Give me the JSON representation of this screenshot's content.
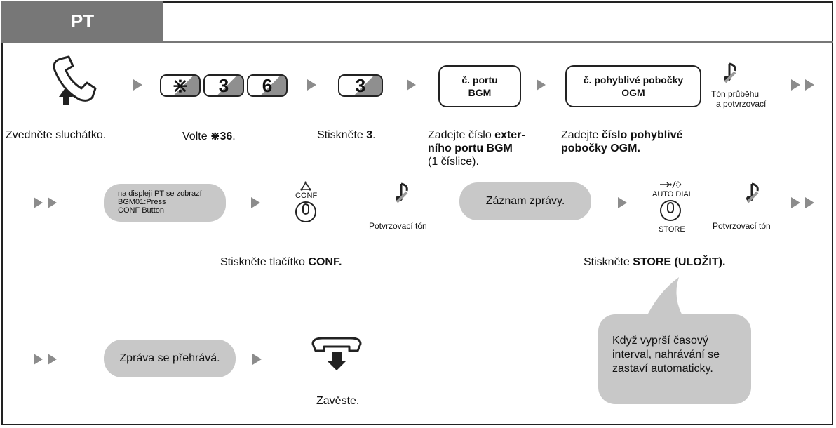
{
  "header": {
    "title": "PT"
  },
  "row1": {
    "keys": {
      "star": "⋇",
      "three": "3",
      "six": "6",
      "single": "3"
    },
    "box_bgm": {
      "line1": "č. portu",
      "line2": "BGM"
    },
    "box_ogm": {
      "line1": "č. pohyblivé pobočky",
      "line2": "OGM"
    },
    "tone_label_1": "Tón průběhu",
    "tone_label_2": "a potvrzovací",
    "cap_lift": "Zvedněte sluchátko.",
    "cap_dial_prefix": "Volte ",
    "cap_dial_bold": "⋇36",
    "cap_dial_suffix": ".",
    "cap_press_prefix": "Stiskněte ",
    "cap_press_bold": "3",
    "cap_press_suffix": ".",
    "cap_bgm_1_normal": "Zadejte číslo ",
    "cap_bgm_1_bold": "exter-",
    "cap_bgm_2_bold": "ního portu BGM",
    "cap_bgm_3": "(1 číslice).",
    "cap_ogm_1_normal": "Zadejte ",
    "cap_ogm_1_bold": "číslo pohyblivé",
    "cap_ogm_2_bold": "pobočky OGM."
  },
  "row2": {
    "display_line1": "na displeji PT se zobrazí",
    "display_line2": "BGM01:Press",
    "display_line3": "CONF Button",
    "conf_label": "CONF",
    "tone_confirm_1": "Potvrzovací tón",
    "record_label": "Záznam zprávy.",
    "auto_dial_label": "AUTO DIAL",
    "store_label": "STORE",
    "tone_confirm_2": "Potvrzovací tón",
    "cap_conf_prefix": "Stiskněte tlačítko ",
    "cap_conf_bold": "CONF.",
    "cap_store_prefix": "Stiskněte ",
    "cap_store_bold": "STORE (ULOŽIT)."
  },
  "row3": {
    "playing_label": "Zpráva se přehrává.",
    "cap_hangup": "Zavěste.",
    "note_1": "Když vyprší časový",
    "note_2": "interval, nahrávání se",
    "note_3": "zastaví automaticky."
  }
}
